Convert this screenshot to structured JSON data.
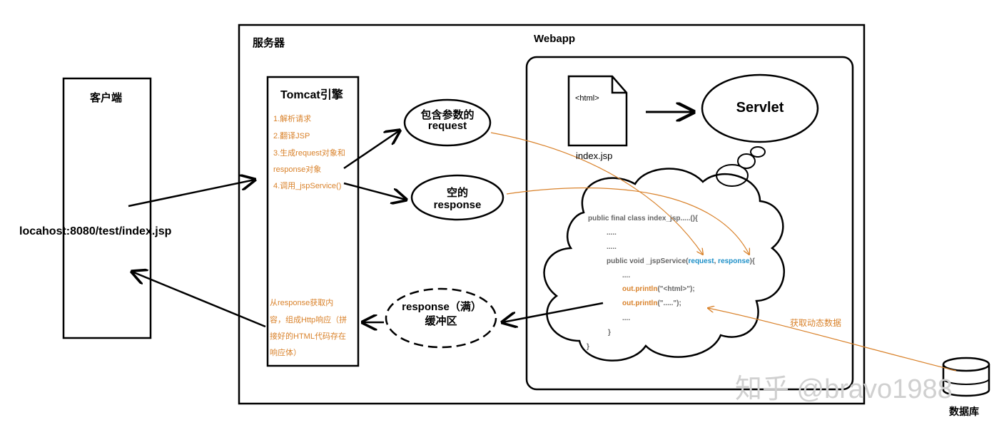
{
  "client": {
    "label": "客户端",
    "url": "locahost:8080/test/index.jsp"
  },
  "server": {
    "label": "服务器",
    "webapp_label": "Webapp",
    "tomcat": {
      "title": "Tomcat引擎",
      "steps": [
        "1.解析请求",
        "2.翻译JSP",
        "3.生成request对象和",
        "response对象",
        "4.调用_jspService()"
      ],
      "response_note": [
        "从response获取内",
        "容，组成Http响应（拼",
        "接好的HTML代码存在",
        "响应体）"
      ]
    }
  },
  "request_bubble": [
    "包含参数的",
    "request"
  ],
  "empty_response_bubble": [
    "空的",
    "response"
  ],
  "full_response_bubble": [
    "response（满）",
    "缓冲区"
  ],
  "jsp_file": {
    "tag": "<html>",
    "name": "index.jsp"
  },
  "servlet_label": "Servlet",
  "code": {
    "line1": "public final class index_jsp.....(){",
    "line2": ".....",
    "line3": ".....",
    "line4_prefix": "public void _jspService(",
    "line4_req": "request",
    "line4_sep": ", ",
    "line4_resp": "response",
    "line4_suffix": "){",
    "line5": "....",
    "line6_call": "out.println",
    "line6_arg": "(\"<html>\");",
    "line7_call": "out.println",
    "line7_arg": "(\".....\");",
    "line8": "....",
    "line9": "}",
    "line10": "}"
  },
  "dynamic_data_label": "获取动态数据",
  "database_label": "数据库",
  "watermark": "知乎 @bravo1988",
  "colors": {
    "orange": "#d9822b",
    "blue": "#1e90c8",
    "line": "#000000"
  }
}
